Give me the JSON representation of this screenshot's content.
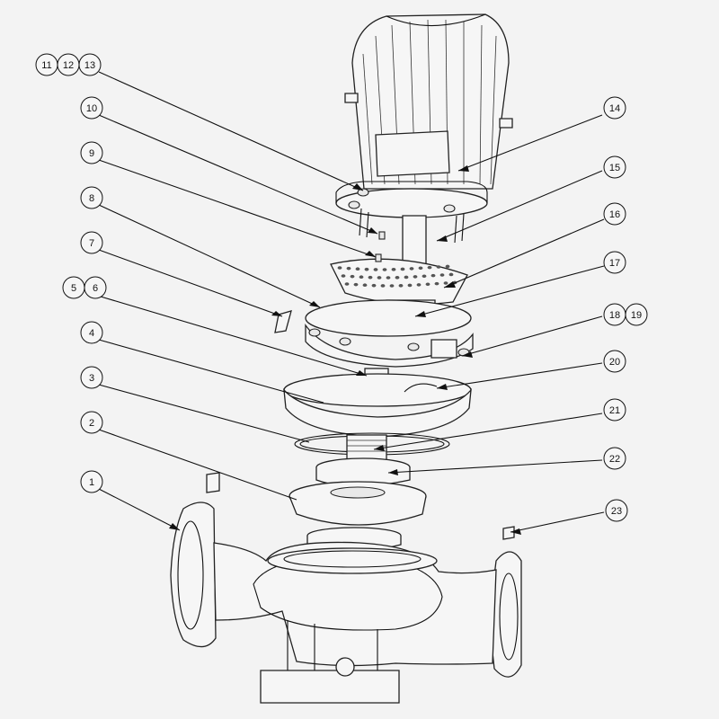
{
  "labels": [
    {
      "id": "11",
      "text": "11"
    },
    {
      "id": "12",
      "text": "12"
    },
    {
      "id": "13",
      "text": "13"
    },
    {
      "id": "10",
      "text": "10"
    },
    {
      "id": "9",
      "text": "9"
    },
    {
      "id": "8",
      "text": "8"
    },
    {
      "id": "7",
      "text": "7"
    },
    {
      "id": "5",
      "text": "5"
    },
    {
      "id": "6",
      "text": "6"
    },
    {
      "id": "4",
      "text": "4"
    },
    {
      "id": "3",
      "text": "3"
    },
    {
      "id": "2",
      "text": "2"
    },
    {
      "id": "1",
      "text": "1"
    },
    {
      "id": "14",
      "text": "14"
    },
    {
      "id": "15",
      "text": "15"
    },
    {
      "id": "16",
      "text": "16"
    },
    {
      "id": "17",
      "text": "17"
    },
    {
      "id": "18",
      "text": "18"
    },
    {
      "id": "19",
      "text": "19"
    },
    {
      "id": "20",
      "text": "20"
    },
    {
      "id": "21",
      "text": "21"
    },
    {
      "id": "22",
      "text": "22"
    },
    {
      "id": "23",
      "text": "23"
    }
  ],
  "colors": {
    "line": "#111111",
    "background": "#f3f3f3",
    "part_fill": "#f6f6f6"
  }
}
